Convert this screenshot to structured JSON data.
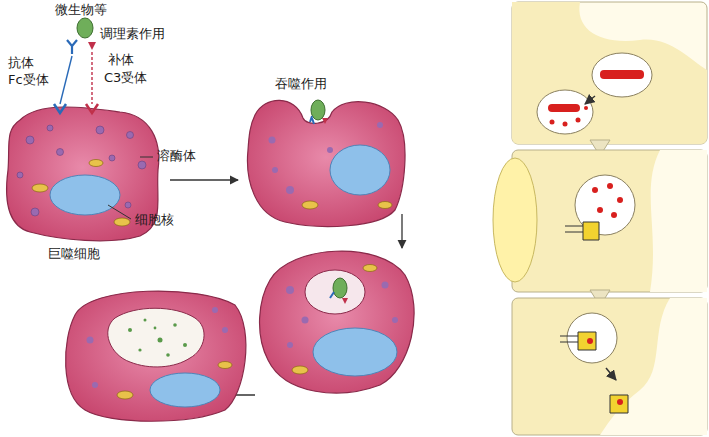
{
  "diagram": {
    "labels": [
      "微生物等",
      "调理素作用",
      "抗体",
      "Fc受体",
      "补体",
      "C3受体",
      "吞噬作用",
      "溶酶体",
      "细胞核",
      "巨噬细胞"
    ]
  }
}
